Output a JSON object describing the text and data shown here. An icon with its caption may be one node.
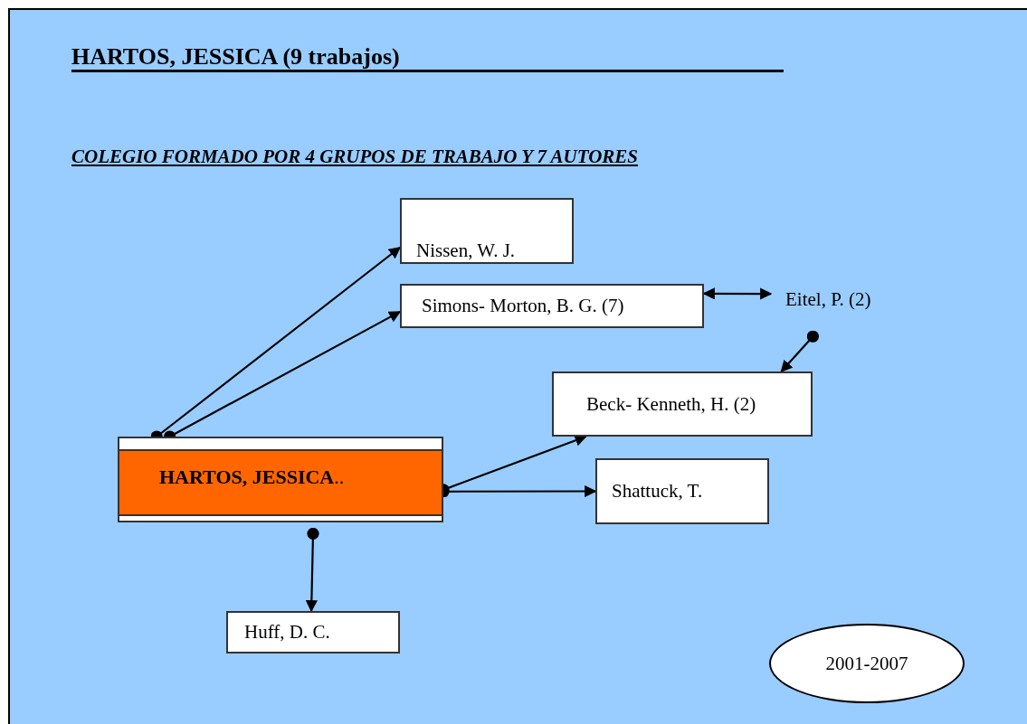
{
  "diagram": {
    "title": "HARTOS, JESSICA (9 trabajos)",
    "nodes": [
      {
        "text": [
          "**HARTOS, JESSICA**.."
        ]
      },
      {
        "text": [
          "Nissen, W. J."
        ]
      },
      {
        "text": [
          "Simons- Morton, B. G.  (7)"
        ]
      },
      {
        "text": [
          "Eitel, P. (2)"
        ]
      },
      {
        "text": [
          "Beck- Kenneth, H. (2)"
        ]
      },
      {
        "text": [
          "Shattuck, T."
        ]
      },
      {
        "text": [
          "Huff, D. C."
        ]
      },
      {
        "text": [
          "2001-2007"
        ]
      }
    ],
    "edges": [
      {
        "from": 0,
        "to": 1,
        "arrow": "to"
      },
      {
        "from": 0,
        "to": 2,
        "arrow": "to"
      },
      {
        "from": 2,
        "to": 3,
        "arrow": "both"
      },
      {
        "from": 3,
        "to": 4,
        "arrow": "to"
      },
      {
        "from": 0,
        "to": 4,
        "arrow": "to"
      },
      {
        "from": 0,
        "to": 5,
        "arrow": "to"
      },
      {
        "from": 0,
        "to": 6,
        "arrow": "to"
      }
    ],
    "labels": [
      "COLEGIO FORMADO POR 4 GRUPOS DE TRABAJO Y 7 AUTORES"
    ]
  }
}
